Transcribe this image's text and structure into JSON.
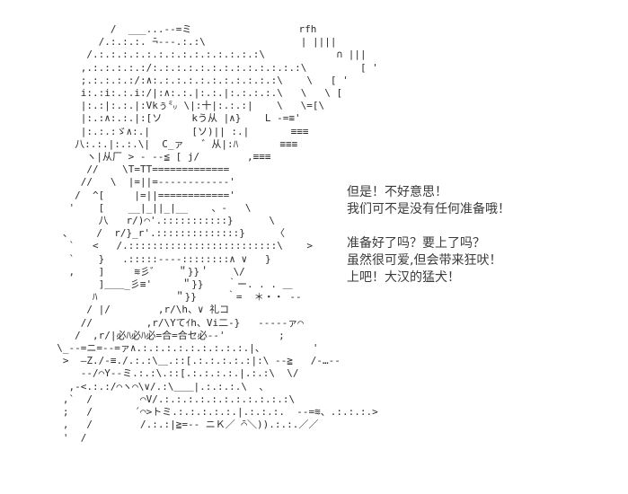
{
  "page": {
    "background_color": "#ffffff",
    "ink_color": "#2b2b2b"
  },
  "ascii_art": {
    "lines": [
      "           /  ___...--=ミ                  rfh",
      "         /.:.:.:. ̄¬---.:.:\\                | ||||",
      "       /.:.:.:.:.:.:.:.:.:.:.:.:.:.:\\            ∩ |||",
      "      ,.:.:.:.:.:/:.:.:.:.:.:.:.:.:.:.:.:.:\\         [ '",
      "      ;.:.:.:.:/:∧:.:.:.:.:.:.:.:.:.:.:\\    \\   [ '",
      "      i:.:i:.:.i:/|:∧:.:.|:.:.|:.:.:.:.\\   \\   \\ [",
      "      |:.:|:.:.|:Vkぅ㍉ \\|:十|:.:.:|    \\   \\=[\\",
      "      |:.:∧:.:.|:[ソ     kう从 |∧}    L -=≡'",
      "      |:.:.:ゞ∧:.|       [ソ)|| :.|       ≡≡≡",
      "     八:.:.|:.:.\\|  C_ァ   ゛从|:ﾊ       ≡≡≡",
      "       ヽ|从厂 > - --≦ [ j/        ,≡≡≡",
      "       //    \\T=TT=============",
      "      //   \\  |=||=------------'",
      "     /  ^[     |=||============'",
      "    '    [    __|_||_|__    、-   \\",
      "         八   r/)⌒'.:::::::::::}      \\",
      "   、    /  r/}_r'.::::::::::::::}     〈",
      "    `   <   /.:::::::::::::::::::::::::\\    >",
      "    `    }   .:::::----::::::::∧ ∨   }",
      "    ,    ]     ≋彡゛   ＂}}＇    \\/",
      "         ]＿＿_彡≡'     ＂}}    ｀ー. . . ＿",
      "        ﾊ             ＂}}     ｀=  ＊・・ --",
      "       / |/        ,r/\\h、∨ 礼コ",
      "      //         ,r/\\Yてｲh、Vi二-}   -----ァ⌒",
      "     /  ,r/|必ﾊ必ﾊ必=合=合セ必--'         ;",
      "  \\_--=ニ=--=ァ∧.:.:.:.:.:.:.:.:.:.|、        '",
      "   >  ―Z./-≡./.:.:\\＿.::[.:.:.:.:.:|:\\ --≧   /-…--",
      "      --/⌒Y--ミ.:.:\\.::[.:.:.:.:.|.:.:\\  \\/",
      "    ,-<.:.:/⌒ヽ⌒\\∨/.:\\＿＿|.:.:.:.\\  、",
      "   ,`  /        ⌒V/.:.:.:.:.:.:.:.:.:.:.:\\",
      "   ;   /       ´⌒>トミ.:.:.:.:.:.|.:.:.:.  --=≋、.:.:.:.>",
      "   ,   /        /.:.:|≧=-- ニＫ／ ̄⌒＼)).:.:.／／",
      "   '  /"
    ]
  },
  "dialogue": {
    "color": "#3a3a3a",
    "lines": [
      "但是！不好意思！",
      "我们可不是没有任何准备哦！",
      "",
      "准备好了吗？要上了吗？",
      "虽然很可爱,但会带来狂吠！",
      "上吧！大汉的猛犬！"
    ]
  }
}
